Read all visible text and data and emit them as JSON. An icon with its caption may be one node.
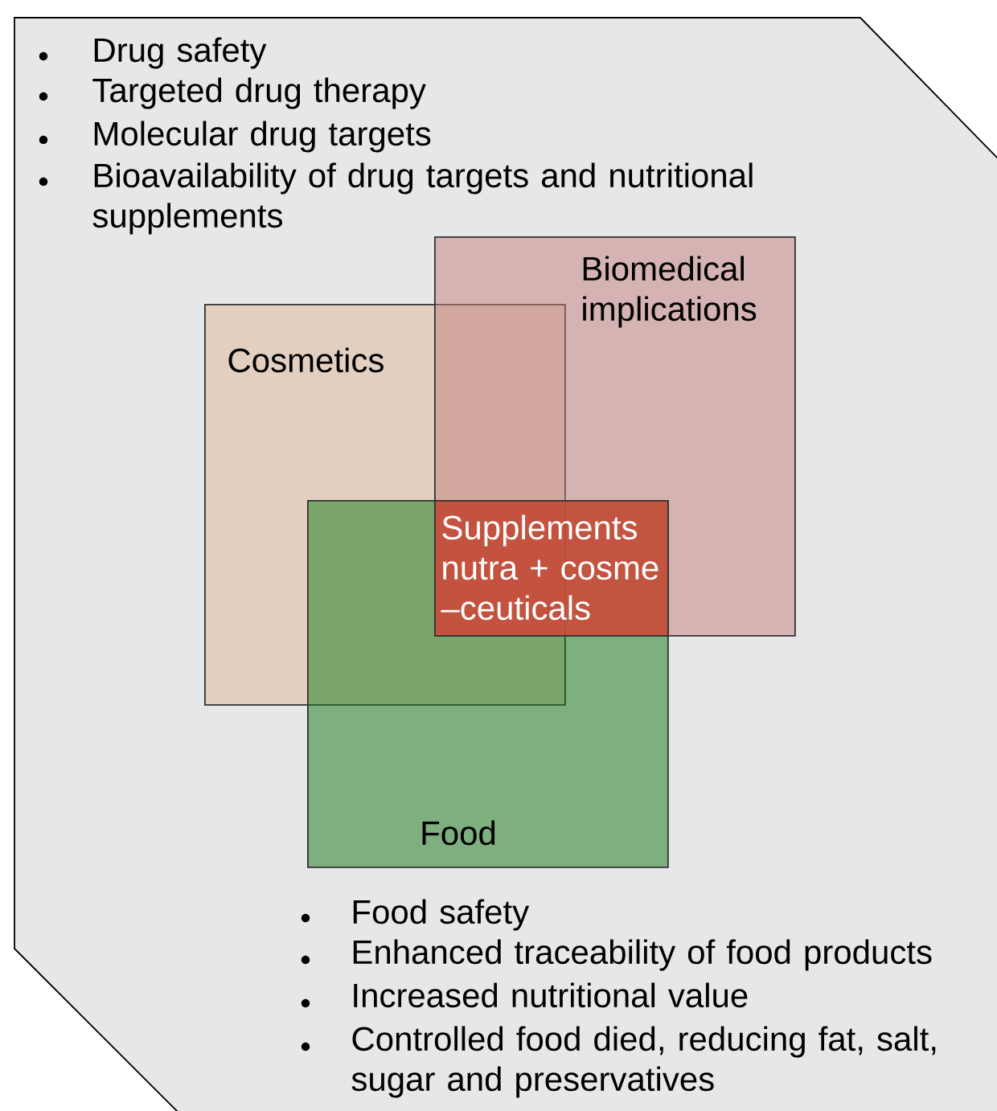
{
  "diagram": {
    "nodes": [
      {
        "text": [
          "Drug safety",
          "Targeted drug therapy",
          "Molecular drug targets",
          "Bioavailability of drug targets and nutritional supplements",
          "Food safety",
          "Enhanced traceability of food products",
          "Increased nutritional value",
          "Controlled food died, reducing fat, salt, sugar and preservatives"
        ]
      },
      {
        "text": [
          "Biomedical implications"
        ],
        "in": 0
      },
      {
        "text": [
          "Cosmetics"
        ],
        "in": 0
      },
      {
        "text": [
          "Food"
        ],
        "in": 0
      },
      {
        "text": [
          "Supplements nutra + cosme –ceuticals"
        ]
      }
    ]
  }
}
